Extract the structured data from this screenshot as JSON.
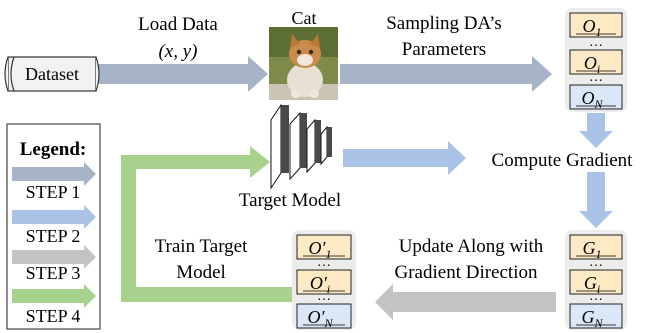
{
  "dataset_label": "Dataset",
  "load_data_label": "Load Data",
  "load_data_vars": "(x, y)",
  "image_caption": "Cat",
  "sampling_label_line1": "Sampling DA’s",
  "sampling_label_line2": "Parameters",
  "compute_gradient_label": "Compute Gradient",
  "target_model_label": "Target Model",
  "update_label_line1": "Update Along with",
  "update_label_line2": "Gradient Direction",
  "train_label_line1": "Train Target",
  "train_label_line2": "Model",
  "legend": {
    "title": "Legend:",
    "steps": [
      {
        "label": "STEP 1",
        "color": "#a7b4c8"
      },
      {
        "label": "STEP 2",
        "color": "#a9c2e6"
      },
      {
        "label": "STEP 3",
        "color": "#c3c3c3"
      },
      {
        "label": "STEP 4",
        "color": "#a9d18e"
      }
    ]
  },
  "o_stack": {
    "items": [
      {
        "letter": "O",
        "sub": "1",
        "fill": "#fde9c4"
      },
      {
        "letter": "O",
        "sub": "i",
        "fill": "#fde9c4"
      },
      {
        "letter": "O",
        "sub": "N",
        "fill": "#dbe7f6"
      }
    ],
    "ellipsis": "…"
  },
  "g_stack": {
    "items": [
      {
        "letter": "G",
        "sub": "1",
        "fill": "#fde9c4"
      },
      {
        "letter": "G",
        "sub": "i",
        "fill": "#fde9c4"
      },
      {
        "letter": "G",
        "sub": "N",
        "fill": "#dbe7f6"
      }
    ],
    "ellipsis": "…"
  },
  "o_prime_stack": {
    "items": [
      {
        "letter": "O′",
        "sub": "1",
        "fill": "#fde9c4"
      },
      {
        "letter": "O′",
        "sub": "i",
        "fill": "#fde9c4"
      },
      {
        "letter": "O′",
        "sub": "N",
        "fill": "#dbe7f6"
      }
    ],
    "ellipsis": "…"
  }
}
